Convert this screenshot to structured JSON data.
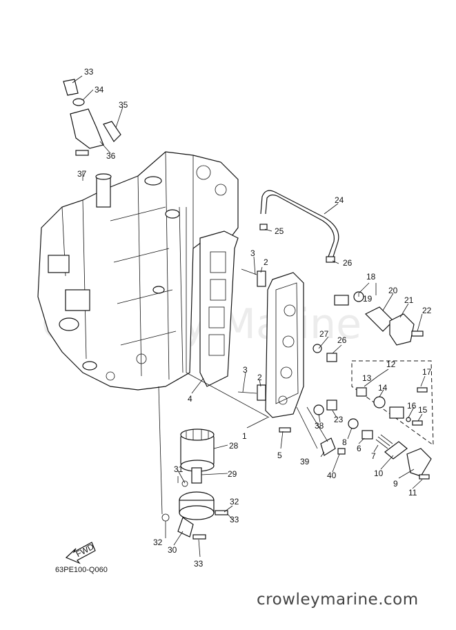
{
  "diagram_code": "63PE100-Q060",
  "site": "crowleymarine.com",
  "watermark": "Crowley Marine",
  "fwd_label": "FWD",
  "callouts": [
    "1",
    "2",
    "2",
    "3",
    "3",
    "4",
    "5",
    "6",
    "7",
    "8",
    "9",
    "10",
    "11",
    "12",
    "13",
    "14",
    "15",
    "16",
    "17",
    "18",
    "19",
    "20",
    "21",
    "22",
    "23",
    "24",
    "25",
    "26",
    "26",
    "27",
    "28",
    "29",
    "30",
    "31",
    "32",
    "32",
    "33",
    "33",
    "33",
    "34",
    "35",
    "36",
    "37",
    "38",
    "39",
    "40"
  ]
}
